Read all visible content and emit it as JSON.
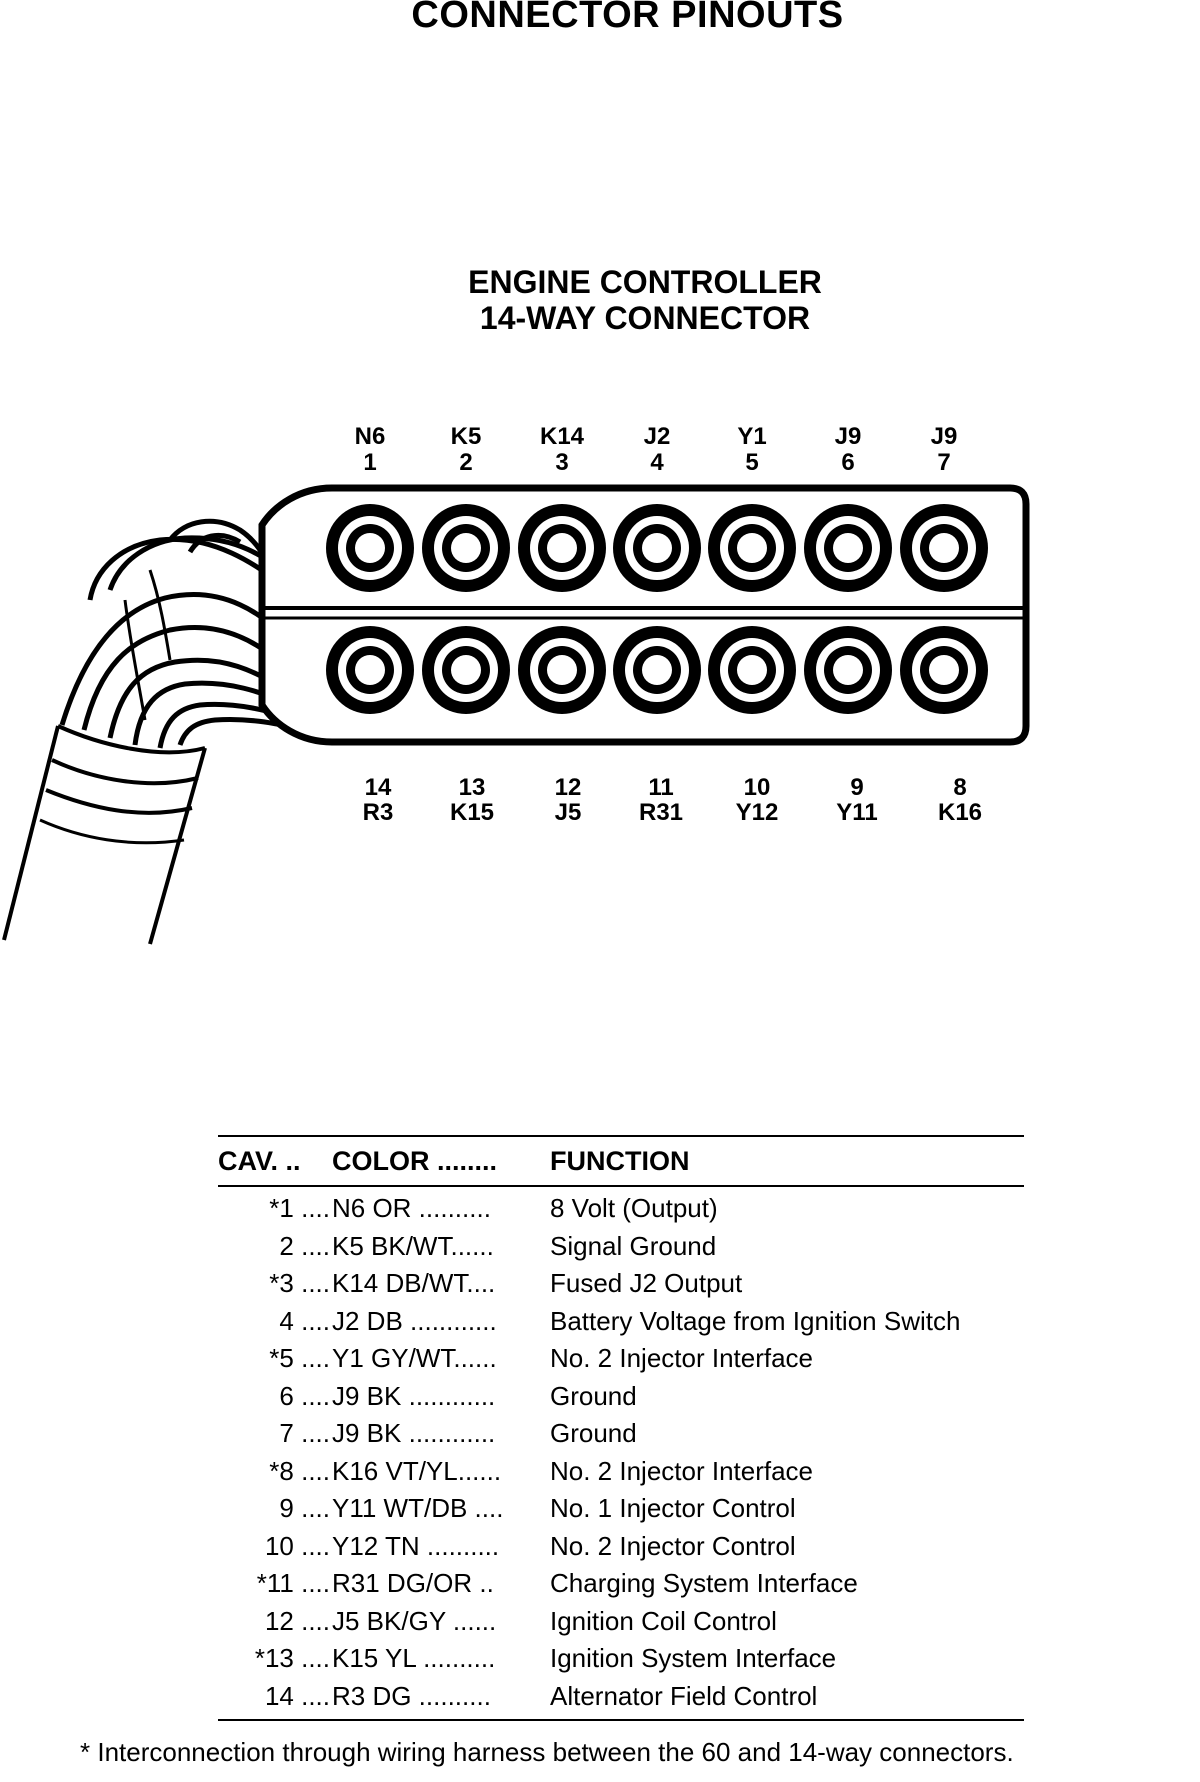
{
  "page_title": "CONNECTOR PINOUTS",
  "connector": {
    "title_line1": "ENGINE CONTROLLER",
    "title_line2": "14-WAY CONNECTOR",
    "top_pins": [
      {
        "circuit": "N6",
        "number": "1"
      },
      {
        "circuit": "K5",
        "number": "2"
      },
      {
        "circuit": "K14",
        "number": "3"
      },
      {
        "circuit": "J2",
        "number": "4"
      },
      {
        "circuit": "Y1",
        "number": "5"
      },
      {
        "circuit": "J9",
        "number": "6"
      },
      {
        "circuit": "J9",
        "number": "7"
      }
    ],
    "bottom_pins": [
      {
        "number": "14",
        "circuit": "R3"
      },
      {
        "number": "13",
        "circuit": "K15"
      },
      {
        "number": "12",
        "circuit": "J5"
      },
      {
        "number": "11",
        "circuit": "R31"
      },
      {
        "number": "10",
        "circuit": "Y12"
      },
      {
        "number": "9",
        "circuit": "Y11"
      },
      {
        "number": "8",
        "circuit": "K16"
      }
    ]
  },
  "table": {
    "headers": {
      "cav": "CAV. ..",
      "color": "COLOR ........",
      "function": "FUNCTION"
    },
    "rows": [
      {
        "cav": "*1 ....",
        "color": "N6 OR ..........",
        "function": "8 Volt (Output)"
      },
      {
        "cav": "2 ....",
        "color": "K5 BK/WT......",
        "function": "Signal Ground"
      },
      {
        "cav": "*3 ....",
        "color": "K14 DB/WT....",
        "function": "Fused J2 Output"
      },
      {
        "cav": "4 ....",
        "color": "J2 DB ............",
        "function": "Battery Voltage from Ignition Switch"
      },
      {
        "cav": "*5 ....",
        "color": "Y1 GY/WT......",
        "function": "No. 2 Injector Interface"
      },
      {
        "cav": "6 ....",
        "color": "J9 BK ............",
        "function": "Ground"
      },
      {
        "cav": "7 ....",
        "color": "J9 BK ............",
        "function": "Ground"
      },
      {
        "cav": "*8 ....",
        "color": "K16 VT/YL......",
        "function": "No. 2 Injector Interface"
      },
      {
        "cav": "9 ....",
        "color": "Y11 WT/DB ....",
        "function": "No. 1 Injector Control"
      },
      {
        "cav": "10 ....",
        "color": "Y12 TN ..........",
        "function": "No. 2 Injector Control"
      },
      {
        "cav": "*11 ....",
        "color": "R31 DG/OR ..",
        "function": "Charging System Interface"
      },
      {
        "cav": "12 ....",
        "color": "J5 BK/GY ......",
        "function": "Ignition Coil Control"
      },
      {
        "cav": "*13 ....",
        "color": "K15 YL ..........",
        "function": "Ignition System Interface"
      },
      {
        "cav": "14 ....",
        "color": "R3 DG ..........",
        "function": "Alternator Field Control"
      }
    ]
  },
  "footnote": "* Interconnection through wiring harness between the 60 and 14-way connectors."
}
